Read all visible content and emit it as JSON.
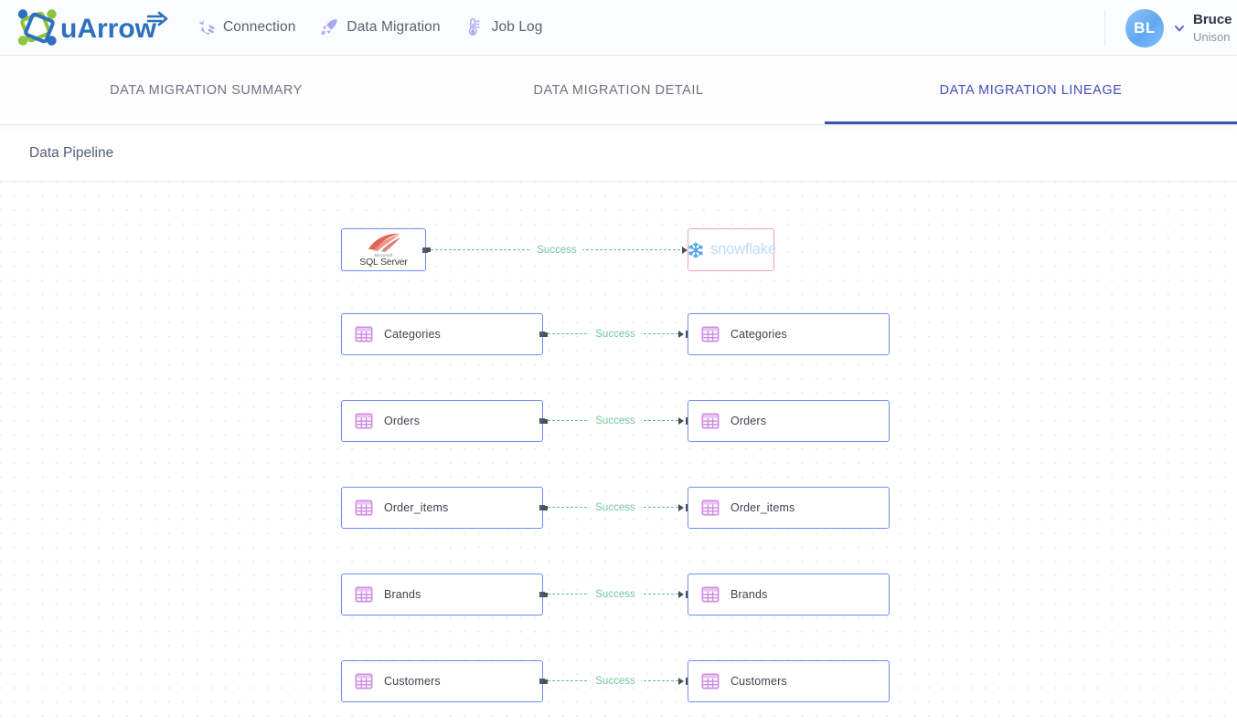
{
  "header": {
    "brand_name": "uArrow",
    "nav": [
      {
        "label": "Connection",
        "icon": "plug-icon"
      },
      {
        "label": "Data Migration",
        "icon": "rocket-icon"
      },
      {
        "label": "Job Log",
        "icon": "thermometer-icon"
      }
    ],
    "user": {
      "initials": "BL",
      "name": "Bruce",
      "org": "Unison"
    }
  },
  "tabs": [
    {
      "label": "DATA MIGRATION SUMMARY",
      "active": false
    },
    {
      "label": "DATA MIGRATION DETAIL",
      "active": false
    },
    {
      "label": "DATA MIGRATION LINEAGE",
      "active": true
    }
  ],
  "pipeline": {
    "title": "Data Pipeline"
  },
  "lineage": {
    "status_label": "Success",
    "source_system": "SQL Server",
    "source_system_vendor": "Microsoft",
    "target_system": "snowflake",
    "rows": [
      {
        "source": "Categories",
        "target": "Categories",
        "status": "Success"
      },
      {
        "source": "Orders",
        "target": "Orders",
        "status": "Success"
      },
      {
        "source": "Order_items",
        "target": "Order_items",
        "status": "Success"
      },
      {
        "source": "Brands",
        "target": "Brands",
        "status": "Success"
      },
      {
        "source": "Customers",
        "target": "Customers",
        "status": "Success"
      }
    ]
  },
  "colors": {
    "accent": "#3f51b5",
    "node_border": "#6f8ef5",
    "node_border_pink": "#f3a2b7",
    "edge_green": "#63c08a",
    "table_icon": "#cf8ce4"
  }
}
